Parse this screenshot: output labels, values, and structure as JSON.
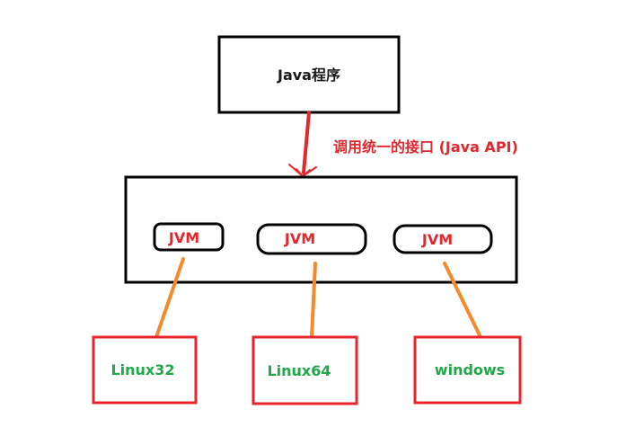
{
  "program_box": {
    "label": "Java程序"
  },
  "call_arrow": {
    "label": "调用统一的接口 (Java API)"
  },
  "jvm_nodes": [
    {
      "label": "JVM"
    },
    {
      "label": "JVM"
    },
    {
      "label": "JVM"
    }
  ],
  "platforms": [
    {
      "label": "Linux32"
    },
    {
      "label": "Linux64"
    },
    {
      "label": "windows"
    }
  ],
  "colors": {
    "box_stroke": "#000000",
    "arrow": "#e0282e",
    "jvm_text": "#e0282e",
    "connector": "#f58a2a",
    "platform_stroke": "#e8242c",
    "platform_text": "#22a84a"
  }
}
